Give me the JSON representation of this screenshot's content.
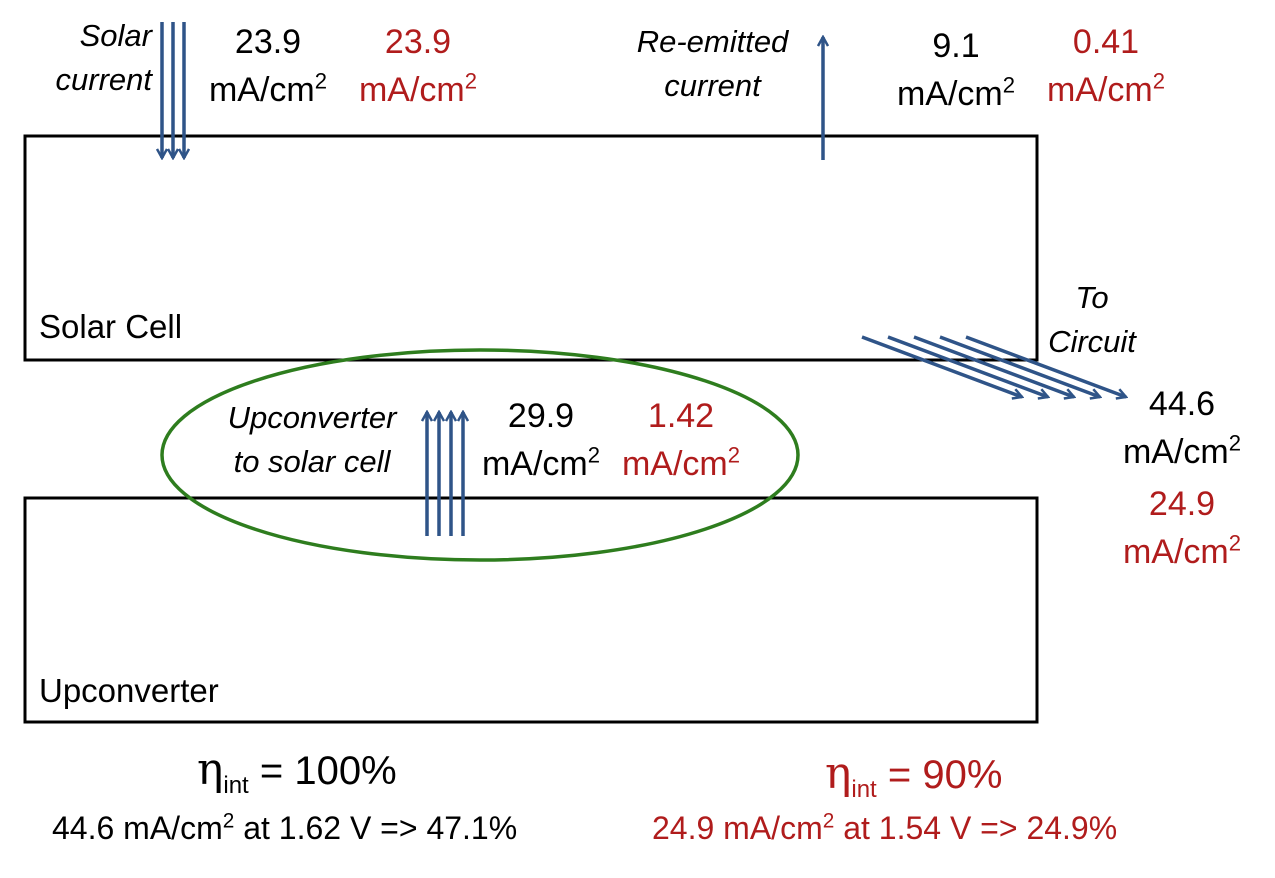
{
  "colors": {
    "arrow": "#2f5488",
    "ellipse": "#2e7d1e",
    "red_text": "#b01c1c",
    "black_text": "#000000"
  },
  "solar_current": {
    "label_line1": "Solar",
    "label_line2": "current",
    "black_value": "23.9",
    "black_unit": "mA/cm",
    "black_exp": "2",
    "red_value": "23.9",
    "red_unit": "mA/cm",
    "red_exp": "2"
  },
  "reemitted_current": {
    "label_line1": "Re-emitted",
    "label_line2": "current",
    "black_value": "9.1",
    "black_unit": "mA/cm",
    "black_exp": "2",
    "red_value": "0.41",
    "red_unit": "mA/cm",
    "red_exp": "2"
  },
  "solar_cell_box": {
    "label": "Solar Cell"
  },
  "upconverter_box": {
    "label": "Upconverter"
  },
  "to_circuit": {
    "label_line1": "To",
    "label_line2": "Circuit",
    "black_value": "44.6",
    "black_unit": "mA/cm",
    "black_exp": "2",
    "red_value": "24.9",
    "red_unit": "mA/cm",
    "red_exp": "2"
  },
  "upconverter_to_cell": {
    "label_line1": "Upconverter",
    "label_line2": "to solar cell",
    "black_value": "29.9",
    "black_unit": "mA/cm",
    "black_exp": "2",
    "red_value": "1.42",
    "red_unit": "mA/cm",
    "red_exp": "2"
  },
  "efficiency_left": {
    "eta_symbol": "η",
    "eta_sub": "int",
    "eta_value": "= 100%",
    "line_prefix": "44.6 mA/cm",
    "line_exp": "2",
    "line_suffix": " at 1.62 V => 47.1%"
  },
  "efficiency_right": {
    "eta_symbol": "η",
    "eta_sub": "int",
    "eta_value": "= 90%",
    "line_prefix": "24.9 mA/cm",
    "line_exp": "2",
    "line_suffix": " at 1.54 V => 24.9%"
  }
}
